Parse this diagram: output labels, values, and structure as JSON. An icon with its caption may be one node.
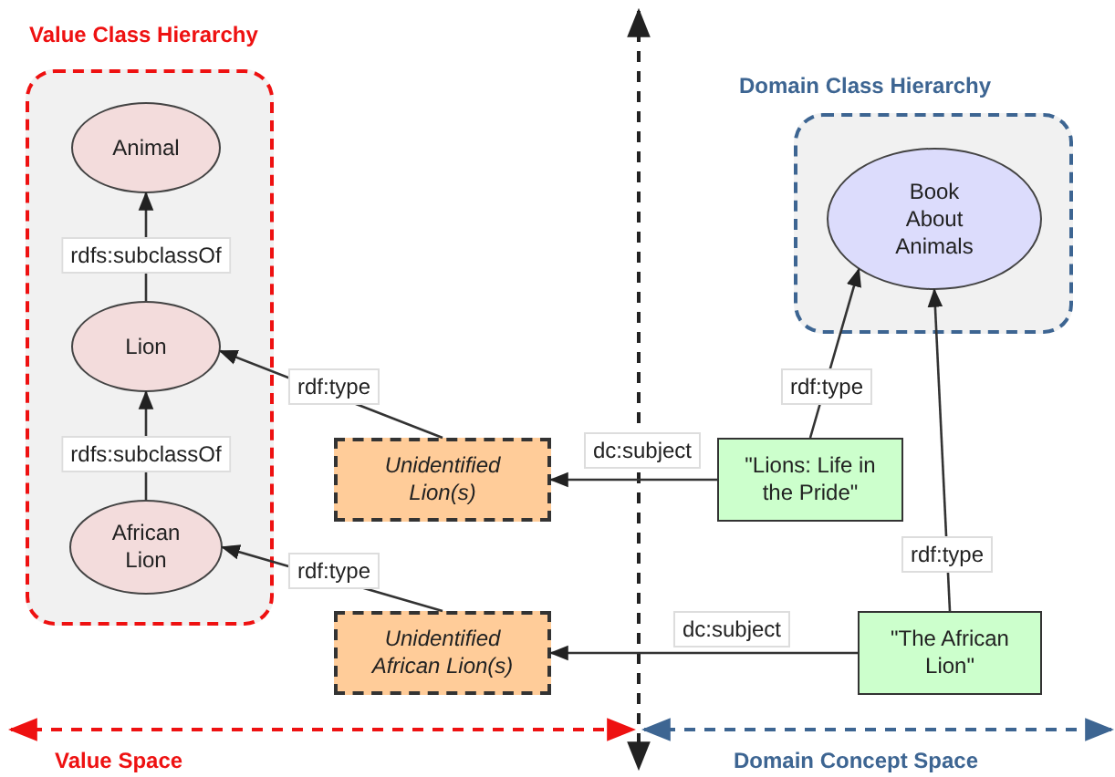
{
  "diagram": {
    "nodes": [
      {
        "text": [
          "Value Class Hierarchy"
        ]
      },
      {
        "text": [
          "Animal"
        ],
        "in": 0
      },
      {
        "text": [
          "Lion"
        ],
        "in": 0
      },
      {
        "text": [
          "African Lion"
        ],
        "in": 0
      },
      {
        "text": [
          "Domain Class Hierarchy"
        ]
      },
      {
        "text": [
          "Book About Animals"
        ],
        "in": 4
      },
      {
        "text": [
          "Unidentified Lion(s)"
        ]
      },
      {
        "text": [
          "Unidentified African Lion(s)"
        ]
      },
      {
        "text": [
          "\"Lions: Life in the Pride\""
        ]
      },
      {
        "text": [
          "\"The African Lion\""
        ]
      }
    ],
    "edges": [
      {
        "from": 2,
        "to": 1,
        "arrow": "to",
        "label": "rdfs:subclassOf"
      },
      {
        "from": 3,
        "to": 2,
        "arrow": "to",
        "label": "rdfs:subclassOf"
      },
      {
        "from": 6,
        "to": 2,
        "arrow": "to",
        "label": "rdf:type"
      },
      {
        "from": 7,
        "to": 3,
        "arrow": "to",
        "label": "rdf:type"
      },
      {
        "from": 8,
        "to": 6,
        "arrow": "to",
        "label": "dc:subject"
      },
      {
        "from": 9,
        "to": 7,
        "arrow": "to",
        "label": "dc:subject"
      },
      {
        "from": 8,
        "to": 5,
        "arrow": "to",
        "label": "rdf:type"
      },
      {
        "from": 9,
        "to": 5,
        "arrow": "to",
        "label": "rdf:type"
      }
    ],
    "labels": [
      "Value Space",
      "Domain Concept Space"
    ]
  }
}
